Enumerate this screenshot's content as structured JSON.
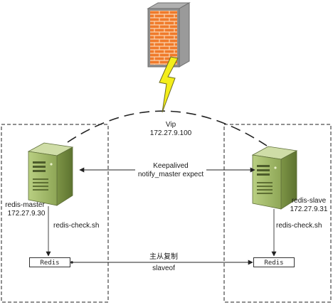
{
  "vip": {
    "title": "Vip",
    "ip": "172.27.9.100"
  },
  "keepalived": {
    "line1": "Keepalived",
    "line2": "notify_master expect"
  },
  "master": {
    "name": "redis-master",
    "ip": "172.27.9.30",
    "check": "redis-check.sh",
    "redis": "Redis"
  },
  "slave": {
    "name": "redis-slave",
    "ip": "172.27.9.31",
    "check": "redis-check.sh",
    "redis": "Redis"
  },
  "replication": {
    "cn": "主从复制",
    "cmd": "slaveof"
  },
  "colors": {
    "firewall_brick": "#f07a2a",
    "firewall_frame": "#8a8a8a",
    "lightning": "#f4ee1a",
    "server_green": "#a8c070",
    "server_dark": "#6f8a3c"
  },
  "icons": {
    "firewall": "firewall-icon",
    "lightning": "lightning-bolt-icon",
    "server": "server-icon"
  }
}
